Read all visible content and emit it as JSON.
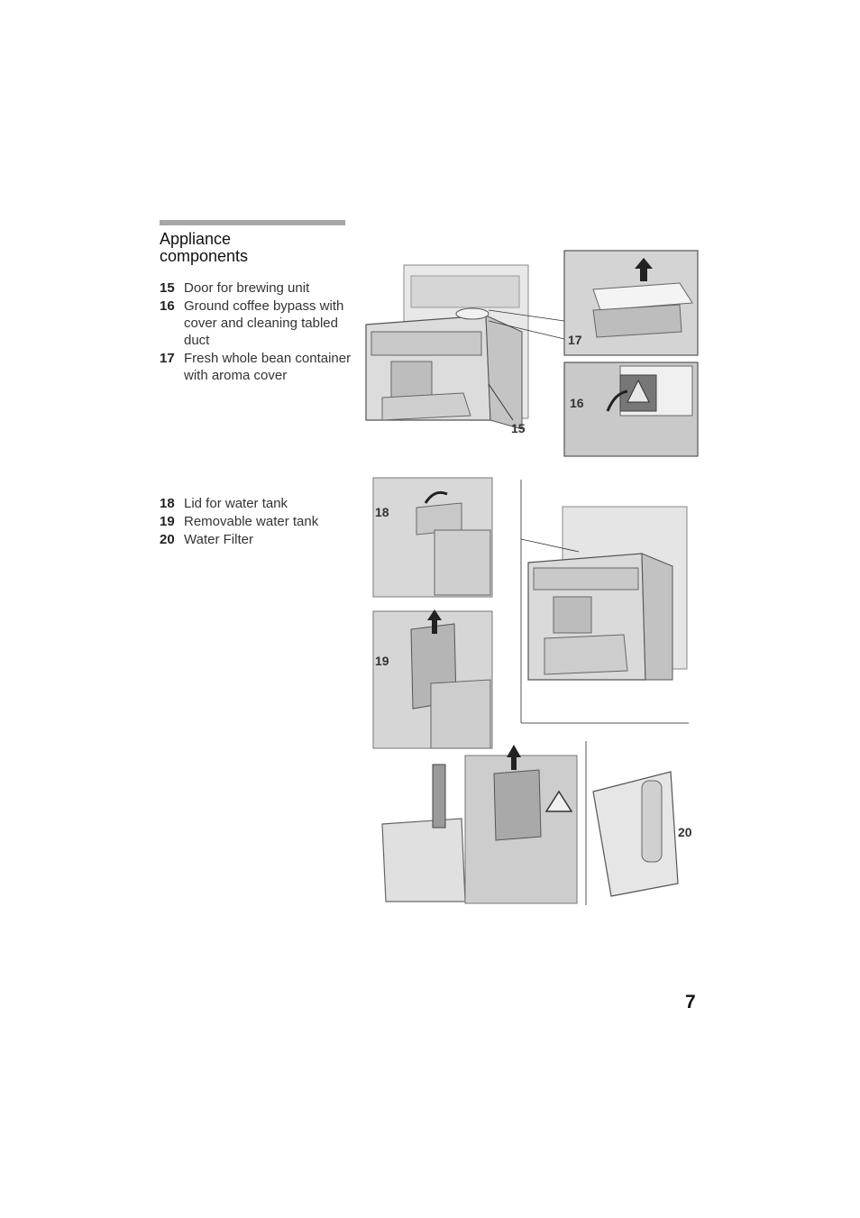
{
  "section": {
    "title_line1": "Appliance",
    "title_line2": "components"
  },
  "list_a": [
    {
      "num": "15",
      "text": "Door for brewing unit"
    },
    {
      "num": "16",
      "text": "Ground coffee bypass with cover and cleaning tabled duct"
    },
    {
      "num": "17",
      "text": "Fresh whole bean container with aroma cover"
    }
  ],
  "list_b": [
    {
      "num": "18",
      "text": "Lid for water tank"
    },
    {
      "num": "19",
      "text": "Removable water tank"
    },
    {
      "num": "20",
      "text": "Water Filter"
    }
  ],
  "figure_labels": {
    "label_15": "15",
    "label_16": "16",
    "label_17": "17",
    "label_18": "18",
    "label_19": "19",
    "label_20": "20"
  },
  "page_number": "7",
  "colors": {
    "rule": "#a6a6a6",
    "illustration_line": "#555555",
    "illustration_fill": "#d9d9d9"
  }
}
